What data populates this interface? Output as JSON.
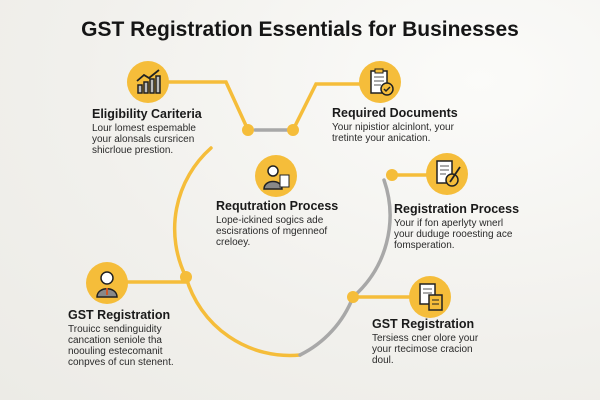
{
  "title": "GST Registration Essentials for Businesses",
  "colors": {
    "accent": "#f5bd3a",
    "connector_gray": "#a8a8a8",
    "background": "#f1f0ec"
  },
  "steps": [
    {
      "icon": "growth-chart-icon",
      "heading": "Eligibility Cariteria",
      "body": "Lour lomest espemable\nyour alonsals cursricen\nshicrloue prestion."
    },
    {
      "icon": "clipboard-check-icon",
      "heading": "Required Documents",
      "body": "Your nipistior alcinlont, your\ntretinte your anication."
    },
    {
      "icon": "businessman-document-icon",
      "heading": "Requtration Process",
      "body": "Lope-ickined sogics ade\nescisrations of mgenneof\ncreloey."
    },
    {
      "icon": "document-pen-icon",
      "heading": "Registration Process",
      "body": "Your if fon aperlyty wnerl\nyour duduge rooesting ace\nfomsperation."
    },
    {
      "icon": "person-avatar-icon",
      "heading": "GST Registration",
      "body": "Trouicc sendinguidity\ncancation seniole tha\nnoouling estecomanit\nconpves of cun stenent."
    },
    {
      "icon": "stacked-documents-icon",
      "heading": "GST Registration",
      "body": "Tersiess cner olore your\nyour rtecimose cracion\ndoul."
    }
  ]
}
